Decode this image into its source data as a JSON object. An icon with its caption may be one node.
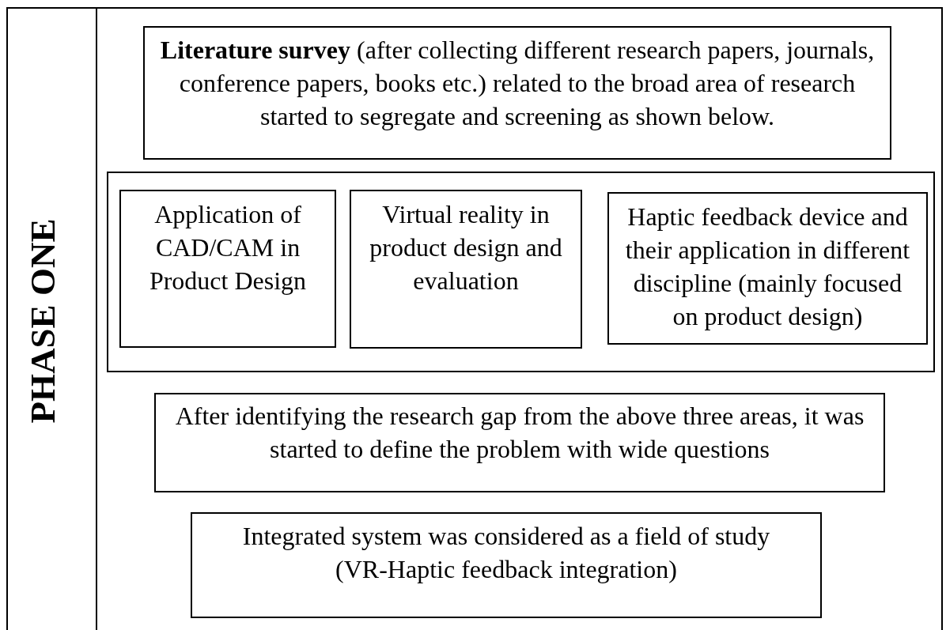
{
  "diagram": {
    "nodes": [
      {
        "text": [
          "PHASE ONE"
        ]
      },
      {
        "text": [
          "**Literature survey** (after collecting different research papers, journals, conference papers, books etc.) related to the broad area of research started to segregate and screening as shown below."
        ],
        "in": 0
      },
      {
        "text": [],
        "shape": "box",
        "in": 0
      },
      {
        "text": [
          "Application of CAD/CAM in Product Design"
        ],
        "in": 2
      },
      {
        "text": [
          "Virtual reality in product design and evaluation"
        ],
        "in": 2
      },
      {
        "text": [
          "Haptic feedback device and their application in different discipline (mainly focused on product design)"
        ],
        "in": 2
      },
      {
        "text": [
          "After identifying the research gap from the above three areas, it was started to define the problem with wide questions"
        ],
        "in": 0
      },
      {
        "text": [
          "Integrated system was considered as a field of study (VR-Haptic feedback integration)"
        ],
        "in": 0
      }
    ]
  }
}
